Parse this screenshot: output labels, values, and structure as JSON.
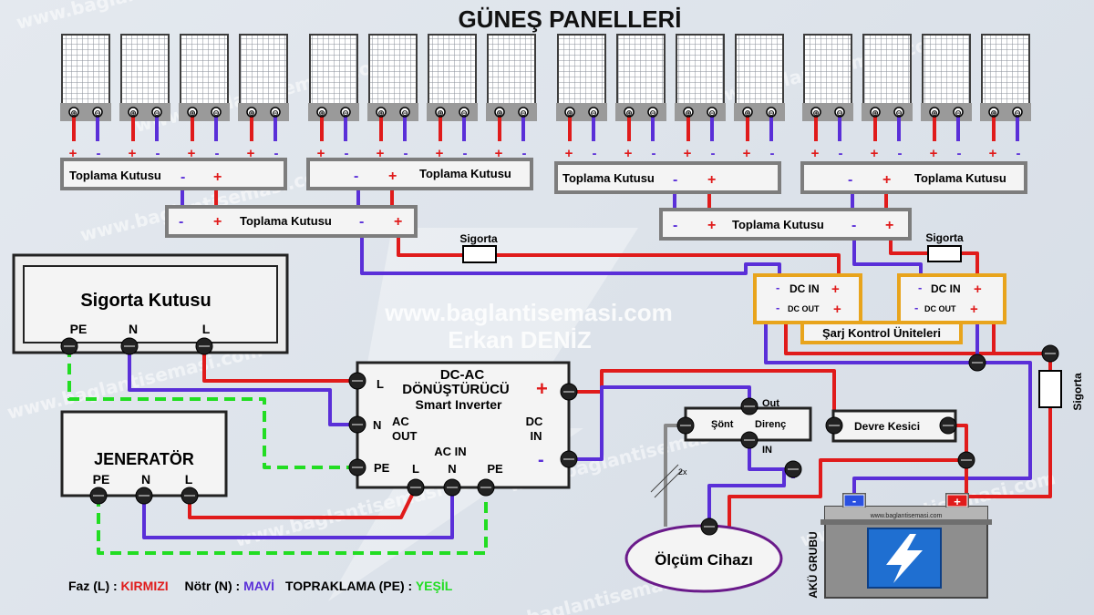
{
  "title": "GÜNEŞ PANELLERİ",
  "watermark": {
    "url": "www.baglantisemasi.com",
    "author": "Erkan DENİZ"
  },
  "panel_terminals": {
    "plus": "⊕",
    "minus": "⊖"
  },
  "polarity": {
    "plus": "+",
    "minus": "-"
  },
  "combiners": {
    "box1": "Toplama Kutusu",
    "box2": "Toplama Kutusu",
    "box3": "Toplama Kutusu",
    "box4": "Toplama Kutusu",
    "box5": "Toplama Kutusu",
    "box6": "Toplama Kutusu"
  },
  "fuses": {
    "fuse1": "Sigorta",
    "fuse2": "Sigorta",
    "fuse3": "Sigorta"
  },
  "charge_controllers": {
    "dc_in": "DC IN",
    "dc_out": "DC OUT",
    "group_label": "Şarj Kontrol Üniteleri"
  },
  "fuse_box": {
    "title": "Sigorta Kutusu",
    "pe": "PE",
    "n": "N",
    "l": "L"
  },
  "generator": {
    "title": "JENERATÖR",
    "pe": "PE",
    "n": "N",
    "l": "L"
  },
  "inverter": {
    "title_line1": "DC-AC",
    "title_line2": "DÖNÜŞTÜRÜCÜ",
    "title_line3": "Smart Inverter",
    "ac_out_line1": "AC",
    "ac_out_line2": "OUT",
    "dc_in_line1": "DC",
    "dc_in_line2": "IN",
    "ac_in": "AC IN",
    "l": "L",
    "n": "N",
    "pe": "PE",
    "out_l": "L",
    "out_n": "N",
    "out_pe": "PE",
    "plus": "+",
    "minus": "-"
  },
  "shunt": {
    "label_left": "Şönt",
    "label_right": "Direnç",
    "out": "Out",
    "in": "IN"
  },
  "breaker": {
    "label": "Devre Kesici"
  },
  "meter": {
    "label": "Ölçüm Cihazı",
    "cable_note": "2x"
  },
  "battery": {
    "group_label": "AKÜ GRUBU",
    "brand": "www.baglantisemasi.com",
    "minus": "-",
    "plus": "+"
  },
  "legend": {
    "phase_label": "Faz (L) : ",
    "phase_color": "KIRMIZI",
    "neutral_label": "Nötr (N) : ",
    "neutral_color": "MAVİ",
    "ground_label": "TOPRAKLAMA (PE) : ",
    "ground_color": "YEŞİL"
  },
  "colors": {
    "phase": "#e01b1b",
    "neutral": "#5a2fd8",
    "ground": "#22dd22",
    "dc_neutral": "#5a2fd8",
    "frame": "#7d7d7d",
    "controller": "#e8a41c",
    "battery_icon": "#1f6fd1"
  }
}
